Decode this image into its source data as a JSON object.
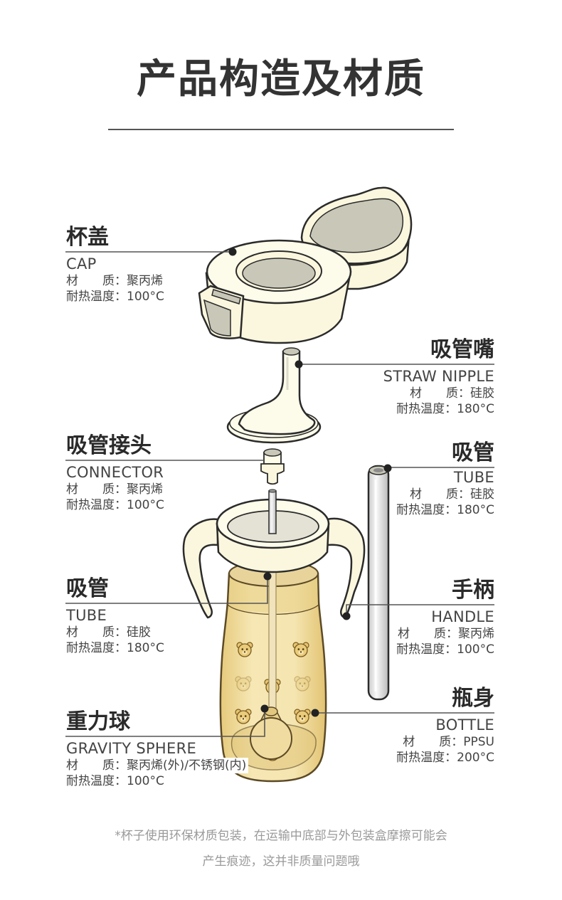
{
  "title": "产品构造及材质",
  "parts": [
    {
      "name_zh": "杯盖",
      "name_en": "CAP",
      "material": "材　　质：聚丙烯",
      "heat": "耐热温度：100°C"
    },
    {
      "name_zh": "吸管嘴",
      "name_en": "STRAW NIPPLE",
      "material": "材　　质：硅胶",
      "heat": "耐热温度：180°C"
    },
    {
      "name_zh": "吸管接头",
      "name_en": "CONNECTOR",
      "material": "材　　质：聚丙烯",
      "heat": "耐热温度：100°C"
    },
    {
      "name_zh": "吸管",
      "name_en": "TUBE",
      "material": "材　　质：硅胶",
      "heat": "耐热温度：180°C"
    },
    {
      "name_zh": "吸管",
      "name_en": "TUBE",
      "material": "材　　质：硅胶",
      "heat": "耐热温度：180°C"
    },
    {
      "name_zh": "手柄",
      "name_en": "HANDLE",
      "material": "材　　质：聚丙烯",
      "heat": "耐热温度：100°C"
    },
    {
      "name_zh": "瓶身",
      "name_en": "BOTTLE",
      "material": "材　　质：PPSU",
      "heat": "耐热温度：200°C"
    },
    {
      "name_zh": "重力球",
      "name_en": "GRAVITY SPHERE",
      "material": "材　　质：聚丙烯(外)/不锈钢(内)",
      "heat": "耐热温度：100°C"
    }
  ],
  "footnote": {
    "line1": "*杯子使用环保材质包装，在运输中底部与外包装盒摩擦可能会",
    "line2": "产生痕迹，这并非质量问题哦"
  },
  "colors": {
    "title": "#333333",
    "leader_line": "#555555",
    "cream": "#FBF7DE",
    "outline": "#2B2B2B",
    "inner_grey": "#C9C7B7",
    "bottle": "#F3E1A6",
    "bottle_outline": "#5C4A26",
    "note": "#9A9A9A"
  }
}
